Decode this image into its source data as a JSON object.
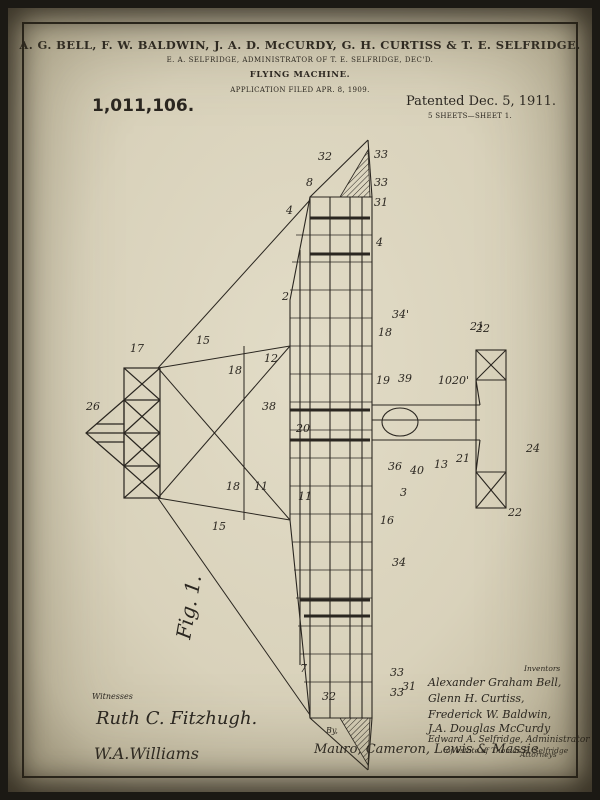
{
  "header": {
    "names": "A. G. BELL, F. W. BALDWIN, J. A. D. McCURDY, G. H. CURTISS & T. E. SELFRIDGE.",
    "administrator": "E. A. SELFRIDGE, ADMINISTRATOR OF T. E. SELFRIDGE, DEC'D.",
    "title": "FLYING MACHINE.",
    "application": "APPLICATION FILED APR. 8, 1909.",
    "patent_number": "1,011,106.",
    "patented": "Patented Dec. 5, 1911.",
    "sheets": "5 SHEETS—SHEET 1."
  },
  "figure": {
    "label": "Fig. 1.",
    "reference_numerals": [
      "32",
      "33",
      "33",
      "31",
      "8",
      "4",
      "4",
      "2",
      "34'",
      "15",
      "17",
      "18",
      "12",
      "21",
      "18",
      "26",
      "38",
      "11",
      "20",
      "39",
      "19",
      "10",
      "20'",
      "22",
      "36",
      "3",
      "40",
      "13",
      "21",
      "16",
      "18",
      "15",
      "11",
      "34",
      "7",
      "33",
      "33",
      "31",
      "32",
      "24",
      "22"
    ]
  },
  "signatures": {
    "witnesses_label": "Witnesses",
    "witness_1": "Ruth C. Fitzhugh.",
    "witness_2": "W.A.Williams",
    "inventors_label": "Inventors",
    "inventor_1": "Alexander Graham Bell,",
    "inventor_2": "Glenn H. Curtiss,",
    "inventor_3": "Frederick W. Baldwin,",
    "inventor_4": "J.A. Douglas McCurdy",
    "inventor_5": "Edward A. Selfridge, Administrator",
    "inventor_6": "of estate of Thomas E. Selfridge",
    "by_label": "By,",
    "attorneys": "Mauro, Cameron, Lewis & Massie",
    "attorneys_label": "Attorneys"
  }
}
